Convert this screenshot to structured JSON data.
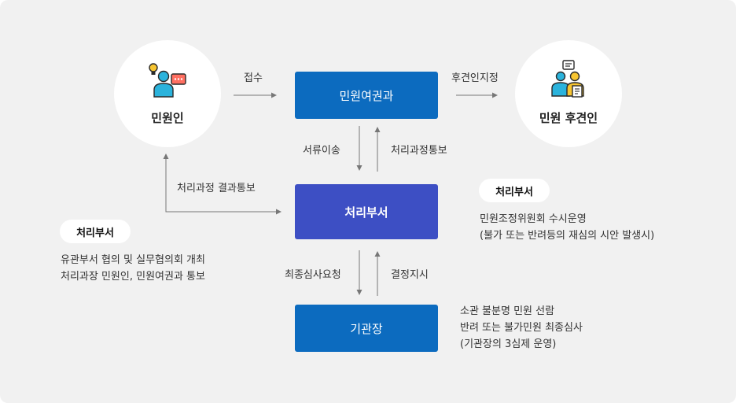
{
  "nodes": {
    "citizen": "민원인",
    "passport": "민원여권과",
    "guardian": "민원 후견인",
    "dept": "처리부서",
    "head": "기관장"
  },
  "edges": {
    "receive": "접수",
    "assign_guardian": "후견인지정",
    "transfer_docs": "서류이송",
    "notify_process": "처리과정통보",
    "notify_result": "처리과정 결과통보",
    "final_review_request": "최종심사요청",
    "decision": "결정지시"
  },
  "notes": {
    "left": {
      "tag": "처리부서",
      "lines": [
        "유관부서 협의 및 실무협의회 개최",
        "처리과장 민원인, 민원여권과 통보"
      ]
    },
    "right": {
      "tag": "처리부서",
      "lines": [
        "민원조정위원회 수시운영",
        "(불가 또는 반려등의 재심의 시안 발생시)"
      ]
    },
    "bottom": {
      "lines": [
        "소관 불분명 민원 선람",
        "반려 또는 불가민원 최종심사",
        "(기관장의 3심제 운영)"
      ]
    }
  },
  "icons": {
    "citizen": "person-lightbulb-speech-icon",
    "guardian": "person-document-icon"
  },
  "colors": {
    "box_blue": "#0c6bbf",
    "box_purple": "#3d4fc4",
    "background": "#f1f1f1"
  }
}
